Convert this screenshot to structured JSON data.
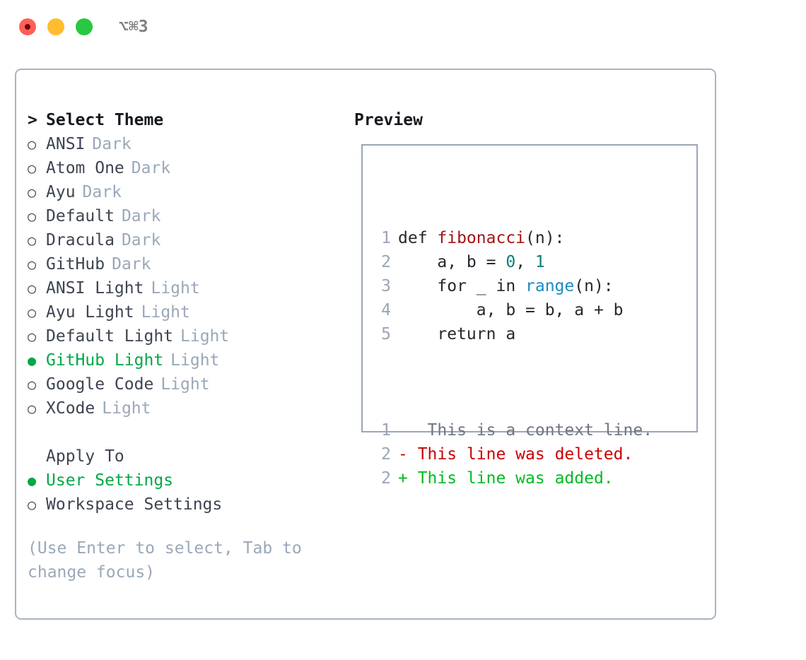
{
  "window": {
    "shortcut": "⌥⌘3",
    "traffic_lights": [
      {
        "name": "close",
        "color": "#ff5f57"
      },
      {
        "name": "minimize",
        "color": "#ffbd2e"
      },
      {
        "name": "zoom",
        "color": "#28c840"
      }
    ]
  },
  "theme_picker": {
    "caret": ">",
    "title": "Select Theme",
    "radio_unselected": "○",
    "radio_selected": "●",
    "items": [
      {
        "name": "ANSI",
        "tag": "Dark",
        "selected": false
      },
      {
        "name": "Atom One",
        "tag": "Dark",
        "selected": false
      },
      {
        "name": "Ayu",
        "tag": "Dark",
        "selected": false
      },
      {
        "name": "Default",
        "tag": "Dark",
        "selected": false
      },
      {
        "name": "Dracula",
        "tag": "Dark",
        "selected": false
      },
      {
        "name": "GitHub",
        "tag": "Dark",
        "selected": false
      },
      {
        "name": "ANSI Light",
        "tag": "Light",
        "selected": false
      },
      {
        "name": "Ayu Light",
        "tag": "Light",
        "selected": false
      },
      {
        "name": "Default Light",
        "tag": "Light",
        "selected": false
      },
      {
        "name": "GitHub Light",
        "tag": "Light",
        "selected": true
      },
      {
        "name": "Google Code",
        "tag": "Light",
        "selected": false
      },
      {
        "name": "XCode",
        "tag": "Light",
        "selected": false
      }
    ]
  },
  "apply_to": {
    "title": "Apply To",
    "items": [
      {
        "name": "User Settings",
        "selected": true
      },
      {
        "name": "Workspace Settings",
        "selected": false
      }
    ]
  },
  "hint": "(Use Enter to select, Tab to change focus)",
  "preview": {
    "heading": "Preview",
    "code_lines": [
      {
        "number": "1",
        "tokens": [
          {
            "text": "def ",
            "kind": "kw"
          },
          {
            "text": "fibonacci",
            "kind": "fn"
          },
          {
            "text": "(n):",
            "kind": "punct"
          }
        ]
      },
      {
        "number": "2",
        "tokens": [
          {
            "text": "    a, b = ",
            "kind": "plain"
          },
          {
            "text": "0",
            "kind": "num"
          },
          {
            "text": ", ",
            "kind": "plain"
          },
          {
            "text": "1",
            "kind": "num"
          }
        ]
      },
      {
        "number": "3",
        "tokens": [
          {
            "text": "    for _ in ",
            "kind": "kw"
          },
          {
            "text": "range",
            "kind": "call"
          },
          {
            "text": "(n):",
            "kind": "punct"
          }
        ]
      },
      {
        "number": "4",
        "tokens": [
          {
            "text": "        a, b = b, a + b",
            "kind": "plain"
          }
        ]
      },
      {
        "number": "5",
        "tokens": [
          {
            "text": "    return a",
            "kind": "kw"
          }
        ]
      }
    ],
    "diff_lines": [
      {
        "number": "1",
        "sign": " ",
        "text": "  This is a context line.",
        "kind": "ctx"
      },
      {
        "number": "2",
        "sign": "-",
        "text": " This line was deleted.",
        "kind": "del"
      },
      {
        "number": "2",
        "sign": "+",
        "text": " This line was added.",
        "kind": "add"
      }
    ]
  },
  "colors": {
    "selection_green": "#00a846",
    "tag_gray": "#9aa8b8",
    "panel_border": "#a9b3c2",
    "preview_border": "#9aa5b5",
    "fn_red": "#a31515",
    "num_teal": "#0d7d78",
    "call_blue": "#1e8bc3",
    "diff_del_red": "#cc0000",
    "diff_add_green": "#00bb22"
  }
}
